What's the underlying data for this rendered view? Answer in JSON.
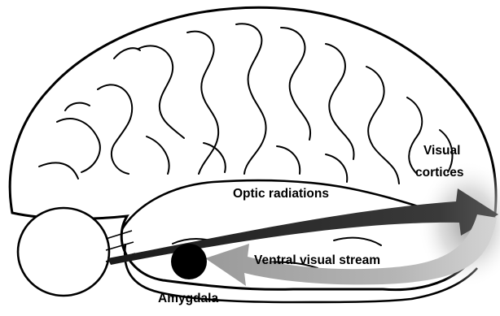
{
  "labels": {
    "visual_cortices_line1": "Visual",
    "visual_cortices_line2": "cortices",
    "optic_radiations": "Optic radiations",
    "ventral_visual_stream": "Ventral visual stream",
    "amygdala": "Amygdala"
  },
  "colors": {
    "outline": "#000000",
    "optic_radiations_arrow": "#3a3a3a",
    "ventral_stream_arrow": "#aaaaaa",
    "amygdala": "#000000",
    "cortex_shading": "#bdbdbd"
  }
}
